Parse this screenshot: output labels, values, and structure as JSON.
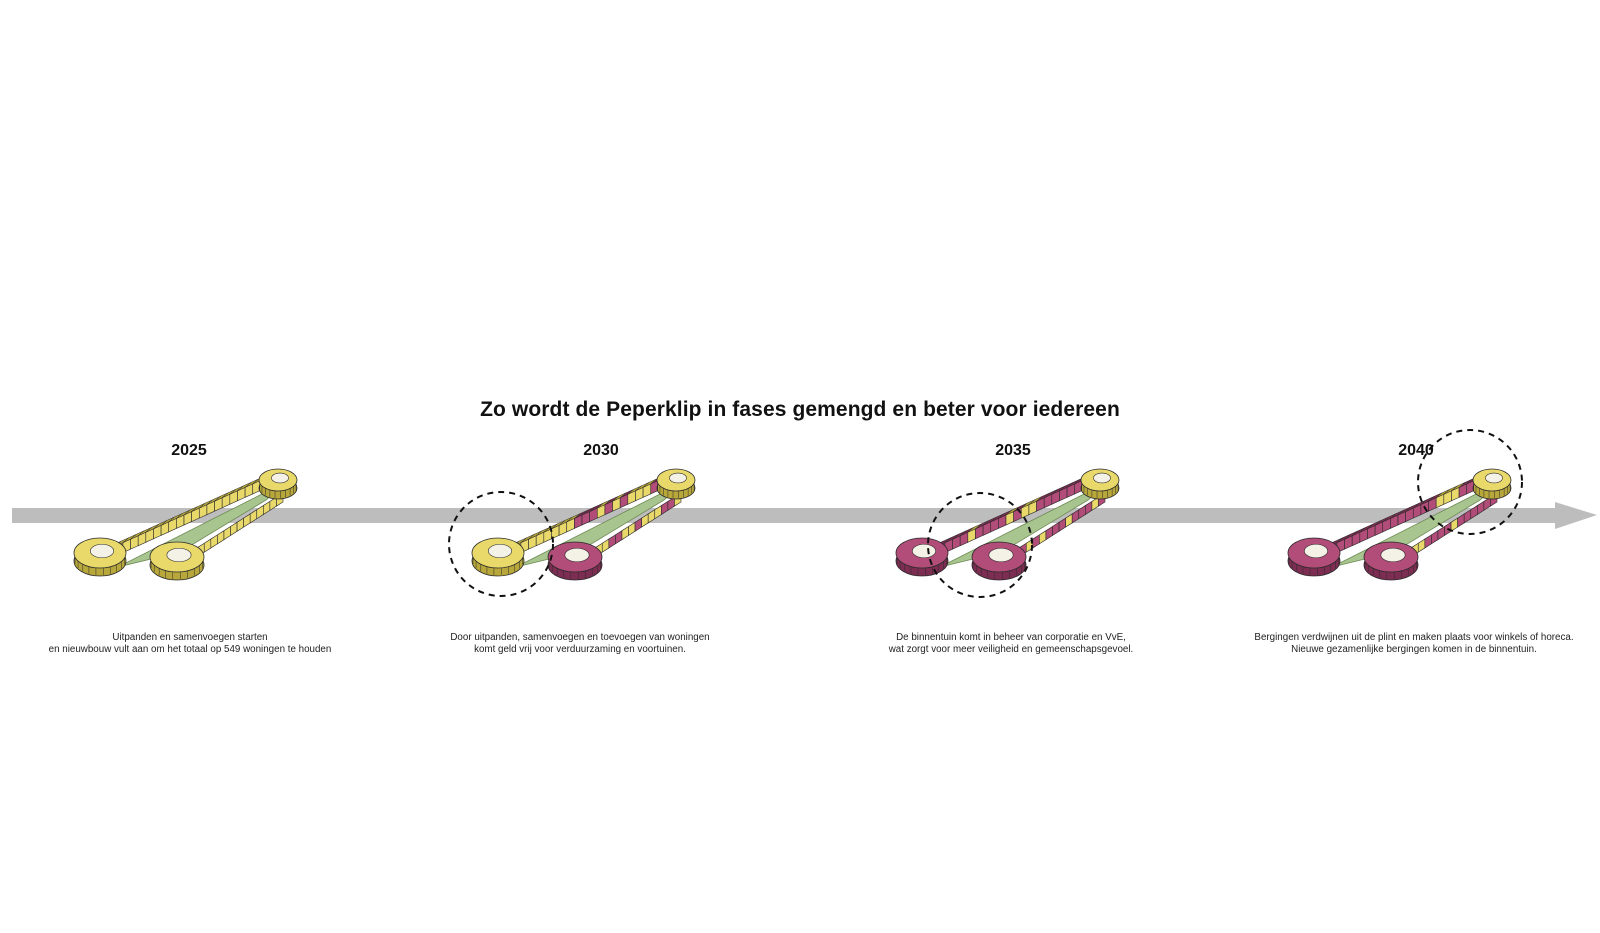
{
  "title": "Zo wordt de Peperklip in fases gemengd en beter voor iedereen",
  "phases": [
    {
      "year": "2025",
      "caption": [
        "Uitpanden en samenvoegen starten",
        "en nieuwbouw vult aan om het totaal op 549 woningen te houden"
      ],
      "mix": 0.0,
      "highlight": "none"
    },
    {
      "year": "2030",
      "caption": [
        "Door uitpanden, samenvoegen en toevoegen van woningen",
        "komt geld vrij voor verduurzaming en voortuinen."
      ],
      "mix": 0.45,
      "highlight": "left"
    },
    {
      "year": "2035",
      "caption": [
        "De binnentuin komt in beheer van corporatie en VvE,",
        "wat zorgt voor meer veiligheid en gemeenschapsgevoel."
      ],
      "mix": 0.6,
      "highlight": "center"
    },
    {
      "year": "2040",
      "caption": [
        "Bergingen verdwijnen uit de plint en maken plaats voor winkels of horeca.",
        "Nieuwe gezamenlijke bergingen komen in de binnentuin."
      ],
      "mix": 0.75,
      "highlight": "right"
    }
  ],
  "colors": {
    "arrow": "#bdbdbd",
    "yellow": "#e9d96a",
    "yellow_dark": "#b8a73a",
    "magenta": "#b24c78",
    "magenta_dark": "#7d2d52",
    "garden": "#a9c58f",
    "outline": "#2a2a2a",
    "highlight_ring": "#111111"
  }
}
